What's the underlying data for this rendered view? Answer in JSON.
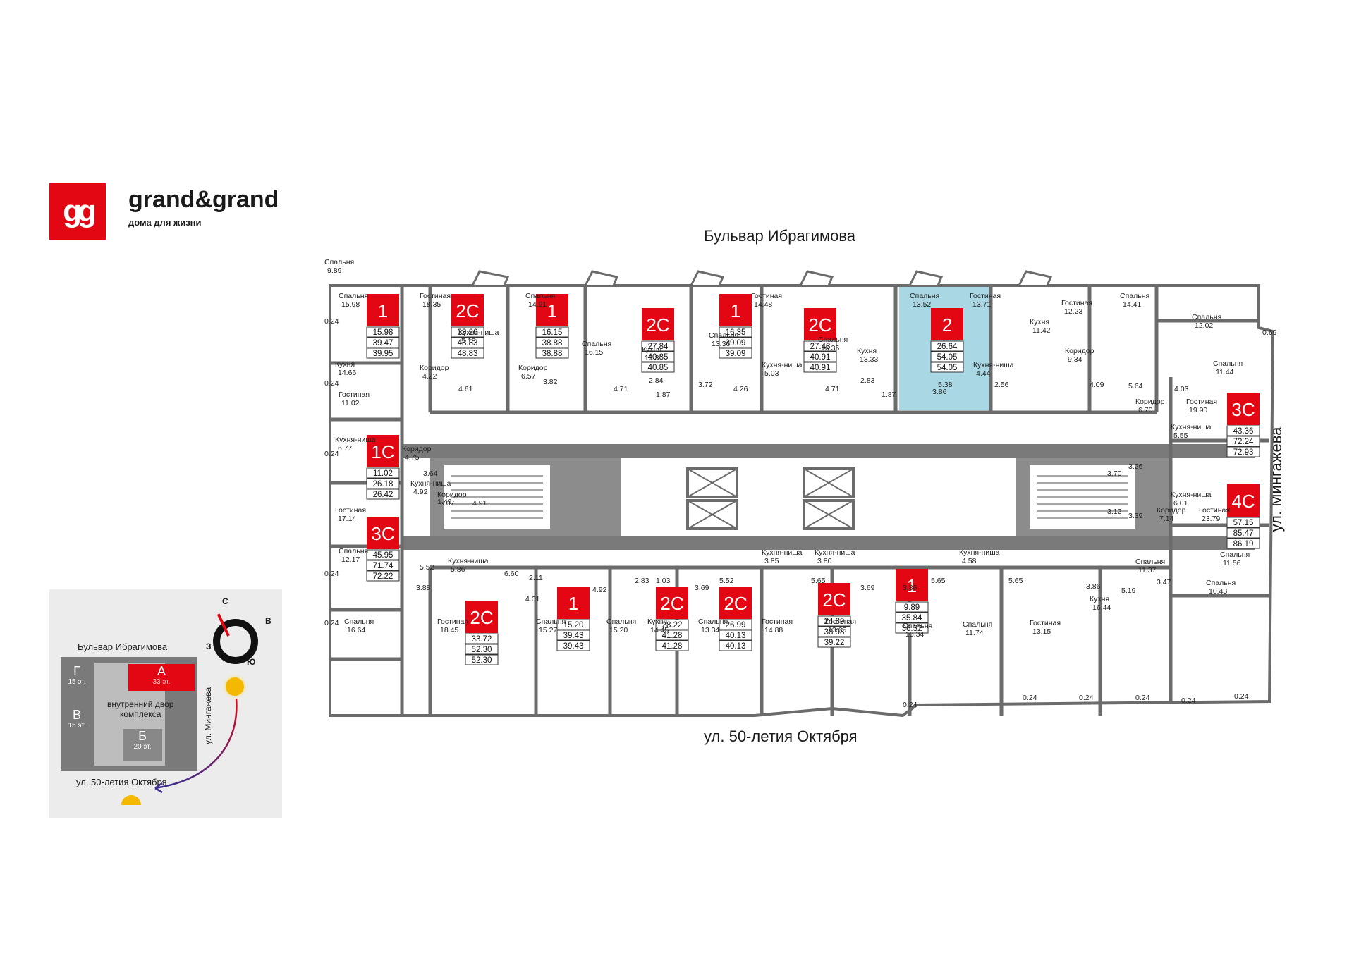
{
  "brand": {
    "logo_text": "gg",
    "name": "grand&grand",
    "tagline": "дома для жизни",
    "accent_color": "#e30613"
  },
  "streets": {
    "top": "Бульвар Ибрагимова",
    "bottom": "ул. 50-летия Октября",
    "right": "ул. Мингажева"
  },
  "colors": {
    "apartment_label": "#e30613",
    "highlighted_unit": "#a9d8e4",
    "walls": "#6b6b6b"
  },
  "apartments": [
    {
      "id": "t1",
      "type": "1",
      "areas": [
        "15.98",
        "39.47",
        "39.95"
      ]
    },
    {
      "id": "t2",
      "type": "2С",
      "areas": [
        "33.26",
        "48.83",
        "48.83"
      ]
    },
    {
      "id": "t3",
      "type": "1",
      "areas": [
        "16.15",
        "38.88",
        "38.88"
      ]
    },
    {
      "id": "t4",
      "type": "2С",
      "areas": [
        "27.84",
        "40.85",
        "40.85"
      ]
    },
    {
      "id": "t5",
      "type": "1",
      "areas": [
        "16.35",
        "39.09",
        "39.09"
      ]
    },
    {
      "id": "t6",
      "type": "2С",
      "areas": [
        "27.43",
        "40.91",
        "40.91"
      ]
    },
    {
      "id": "t7",
      "type": "2",
      "areas": [
        "26.64",
        "54.05",
        "54.05"
      ]
    },
    {
      "id": "l1",
      "type": "1С",
      "areas": [
        "11.02",
        "26.18",
        "26.42"
      ]
    },
    {
      "id": "l2",
      "type": "3С",
      "areas": [
        "45.95",
        "71.74",
        "72.22"
      ]
    },
    {
      "id": "r1",
      "type": "3С",
      "areas": [
        "43.36",
        "72.24",
        "72.93"
      ]
    },
    {
      "id": "r2",
      "type": "4С",
      "areas": [
        "57.15",
        "85.47",
        "86.19"
      ]
    },
    {
      "id": "b1",
      "type": "2С",
      "areas": [
        "33.72",
        "52.30",
        "52.30"
      ]
    },
    {
      "id": "b2",
      "type": "1",
      "areas": [
        "15.20",
        "39.43",
        "39.43"
      ]
    },
    {
      "id": "b3",
      "type": "2С",
      "areas": [
        "28.22",
        "41.28",
        "41.28"
      ]
    },
    {
      "id": "b4",
      "type": "2С",
      "areas": [
        "26.99",
        "40.13",
        "40.13"
      ]
    },
    {
      "id": "b5",
      "type": "2С",
      "areas": [
        "24.89",
        "38.98",
        "39.22"
      ]
    },
    {
      "id": "b6",
      "type": "1",
      "areas": [
        "9.89",
        "35.84",
        "36.32"
      ]
    }
  ],
  "rooms": [
    {
      "name": "Спальня",
      "area": "15.98"
    },
    {
      "name": "Гостиная",
      "area": "18.35"
    },
    {
      "name": "Спальня",
      "area": "14.91"
    },
    {
      "name": "Гостиная",
      "area": "14.48"
    },
    {
      "name": "Спальня",
      "area": "13.52"
    },
    {
      "name": "Гостиная",
      "area": "13.71"
    },
    {
      "name": "Гостиная",
      "area": "12.23"
    },
    {
      "name": "Спальня",
      "area": "14.41"
    },
    {
      "name": "Спальня",
      "area": "12.02"
    },
    {
      "name": "Кухня-ниша",
      "area": "5.18"
    },
    {
      "name": "Спальня",
      "area": "16.15"
    },
    {
      "name": "Кухня",
      "area": "13.31"
    },
    {
      "name": "Спальня",
      "area": "13.36"
    },
    {
      "name": "Спальня",
      "area": "16.35"
    },
    {
      "name": "Кухня",
      "area": "13.33"
    },
    {
      "name": "Кухня",
      "area": "11.42"
    },
    {
      "name": "Кухня",
      "area": "14.66"
    },
    {
      "name": "Коридор",
      "area": "4.22"
    },
    {
      "name": "Коридор",
      "area": "6.57"
    },
    {
      "name": "Кухня-ниша",
      "area": "5.03"
    },
    {
      "name": "Кухня-ниша",
      "area": "4.44"
    },
    {
      "name": "Коридор",
      "area": "9.34"
    },
    {
      "name": "Спальня",
      "area": "11.44"
    },
    {
      "name": "Гостиная",
      "area": "11.02"
    },
    {
      "name": "Коридор",
      "area": "6.70"
    },
    {
      "name": "Гостиная",
      "area": "19.90"
    },
    {
      "name": "Кухня-ниша",
      "area": "6.77"
    },
    {
      "name": "Кухня-ниша",
      "area": "5.55"
    },
    {
      "name": "Коридор",
      "area": "4.75"
    },
    {
      "name": "Кухня-ниша",
      "area": "4.92"
    },
    {
      "name": "Коридор",
      "area": "5.07"
    },
    {
      "name": "Кухня-ниша",
      "area": "6.01"
    },
    {
      "name": "Гостиная",
      "area": "17.14"
    },
    {
      "name": "Коридор",
      "area": "7.14"
    },
    {
      "name": "Гостиная",
      "area": "23.79"
    },
    {
      "name": "Спальня",
      "area": "12.17"
    },
    {
      "name": "Кухня-ниша",
      "area": "5.86"
    },
    {
      "name": "Спальня",
      "area": "11.56"
    },
    {
      "name": "Спальня",
      "area": "11.37"
    },
    {
      "name": "Спальня",
      "area": "10.43"
    },
    {
      "name": "Кухня-ниша",
      "area": "3.85"
    },
    {
      "name": "Кухня-ниша",
      "area": "3.80"
    },
    {
      "name": "Кухня-ниша",
      "area": "4.58"
    },
    {
      "name": "Спальня",
      "area": "16.64"
    },
    {
      "name": "Гостиная",
      "area": "18.45"
    },
    {
      "name": "Спальня",
      "area": "15.27"
    },
    {
      "name": "Спальня",
      "area": "15.20"
    },
    {
      "name": "Кухня",
      "area": "14.45"
    },
    {
      "name": "Спальня",
      "area": "13.34"
    },
    {
      "name": "Гостиная",
      "area": "14.88"
    },
    {
      "name": "Гостиная",
      "area": "13.65"
    },
    {
      "name": "Спальня",
      "area": "13.34"
    },
    {
      "name": "Спальня",
      "area": "11.74"
    },
    {
      "name": "Гостиная",
      "area": "13.15"
    },
    {
      "name": "Кухня",
      "area": "16.44"
    },
    {
      "name": "Спальня",
      "area": "9.89"
    }
  ],
  "small_areas": [
    "0.24",
    "0.24",
    "0.24",
    "0.24",
    "0.24",
    "0.69",
    "4.61",
    "3.82",
    "4.71",
    "2.84",
    "1.87",
    "3.72",
    "4.26",
    "4.71",
    "2.83",
    "1.87",
    "3.86",
    "5.38",
    "2.56",
    "4.09",
    "5.64",
    "4.03",
    "3.64",
    "1.49",
    "4.91",
    "3.26",
    "3.70",
    "3.12",
    "3.39",
    "5.52",
    "3.88",
    "6.60",
    "2.11",
    "4.01",
    "4.92",
    "2.83",
    "1.03",
    "3.69",
    "5.52",
    "5.65",
    "3.69",
    "3.86",
    "5.65",
    "5.65",
    "3.86",
    "5.19",
    "3.47",
    "0.24",
    "0.24",
    "0.24",
    "0.24",
    "0.24",
    "0.24"
  ],
  "minimap": {
    "top_street": "Бульвар Ибрагимова",
    "bottom_street": "ул. 50-летия Октября",
    "side_street": "ул. Мингажева",
    "courtyard": [
      "внутренний двор",
      "комплекса"
    ],
    "blocks": [
      {
        "name": "А",
        "floors": "33 эт."
      },
      {
        "name": "Г",
        "floors": "15 эт."
      },
      {
        "name": "В",
        "floors": "15 эт."
      },
      {
        "name": "Б",
        "floors": "20 эт."
      }
    ],
    "compass": {
      "n": "С",
      "e": "В",
      "s": "Ю",
      "w": "З"
    }
  }
}
